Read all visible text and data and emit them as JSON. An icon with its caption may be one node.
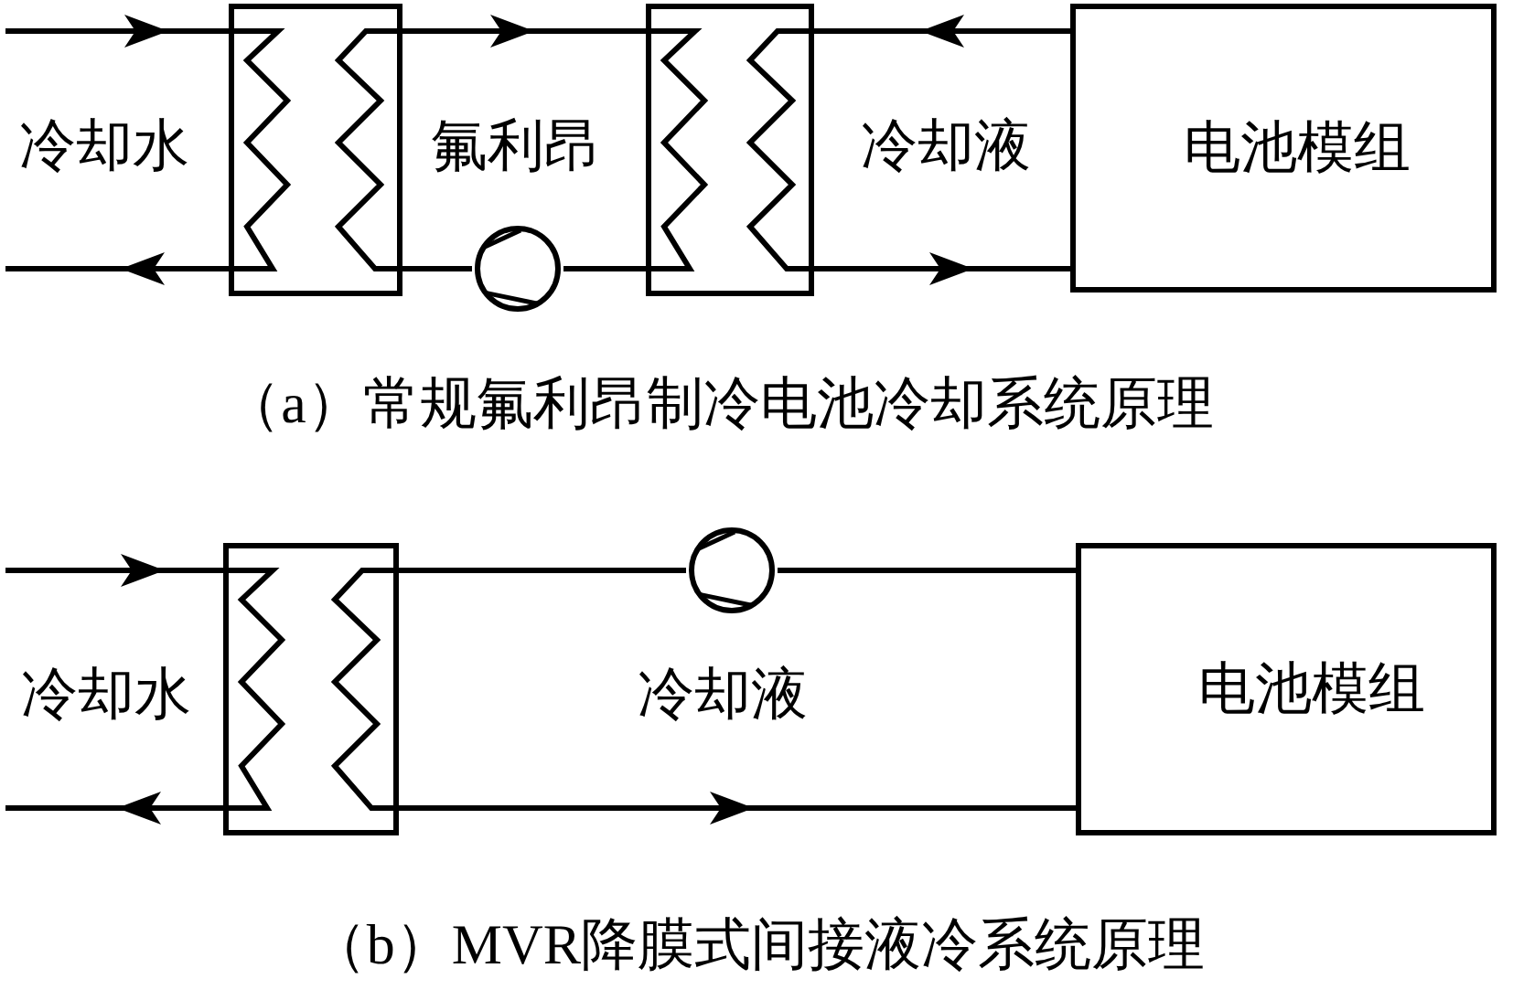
{
  "diagram": {
    "nodes": [
      {
        "text": [],
        "shape": "box"
      },
      {
        "text": [],
        "shape": "box"
      },
      {
        "text": [
          "电池模组"
        ]
      },
      {
        "text": [],
        "shape": "circle"
      },
      {
        "text": [],
        "shape": "box"
      },
      {
        "text": [],
        "shape": "circle"
      },
      {
        "text": [
          "电池模组"
        ]
      }
    ],
    "edges": [
      {
        "from": null,
        "to": 0,
        "arrow": "to"
      },
      {
        "from": 0,
        "to": null,
        "arrow": "to"
      },
      {
        "from": 0,
        "to": 1,
        "arrow": "to"
      },
      {
        "from": 2,
        "to": 1,
        "arrow": "to"
      },
      {
        "from": 0,
        "to": 3,
        "arrow": "none"
      },
      {
        "from": 3,
        "to": 1,
        "arrow": "none"
      },
      {
        "from": 1,
        "to": 2,
        "arrow": "to"
      },
      {
        "from": null,
        "to": 4,
        "arrow": "to"
      },
      {
        "from": 4,
        "to": null,
        "arrow": "to"
      },
      {
        "from": 4,
        "to": 5,
        "arrow": "none"
      },
      {
        "from": 5,
        "to": 6,
        "arrow": "none"
      },
      {
        "from": 4,
        "to": 6,
        "arrow": "to"
      }
    ],
    "labels": [
      "冷却水",
      "氟利昂",
      "冷却液",
      "（a）常规氟利昂制冷电池冷却系统原理",
      "冷却水",
      "冷却液",
      "（b）MVR降膜式间接液冷系统原理"
    ]
  }
}
